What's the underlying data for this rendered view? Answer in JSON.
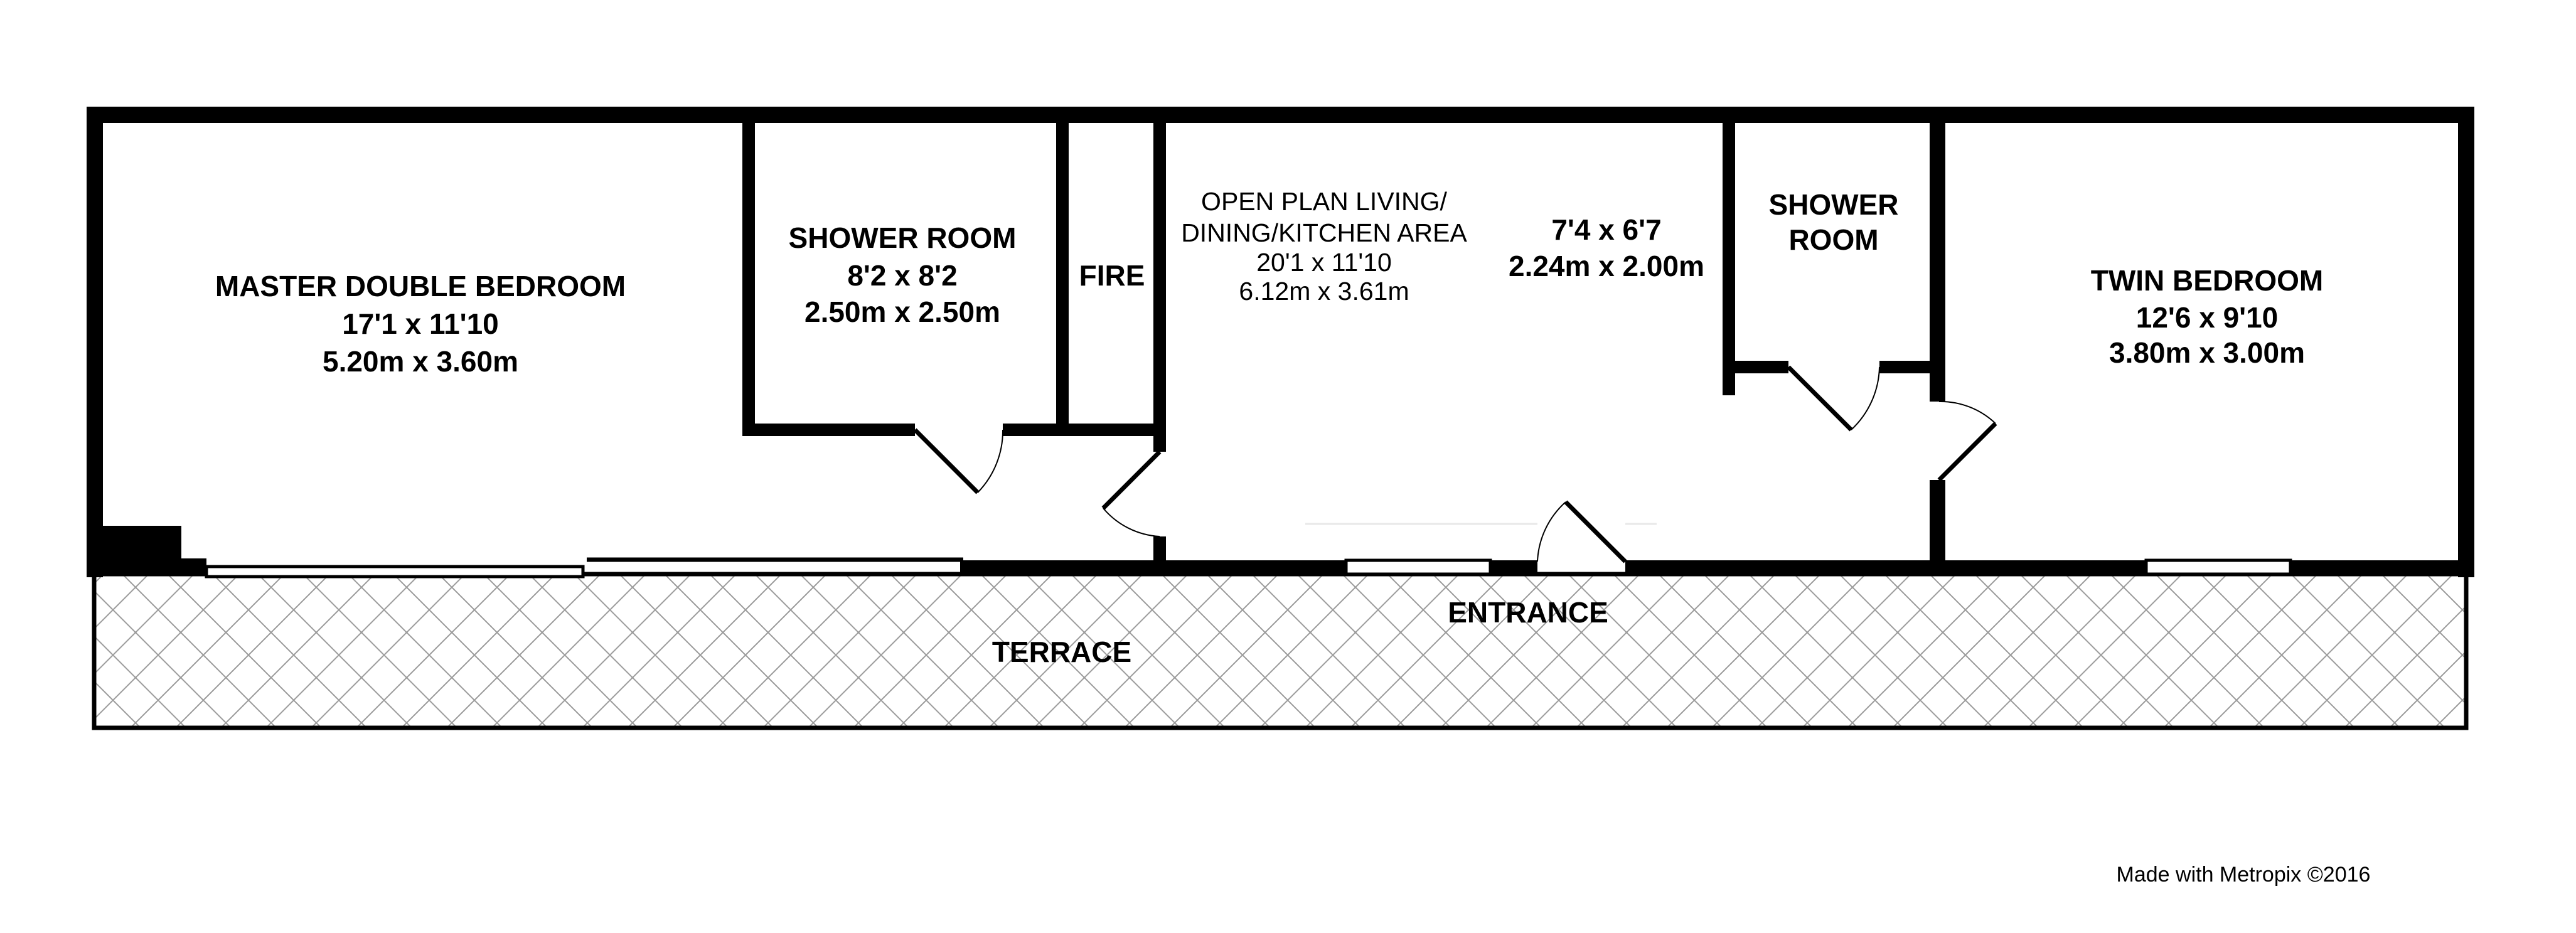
{
  "rooms": {
    "master_bedroom": {
      "name": "MASTER DOUBLE BEDROOM",
      "imperial": "17'1 x 11'10",
      "metric": "5.20m x 3.60m"
    },
    "shower_room_1": {
      "name": "SHOWER ROOM",
      "imperial": "8'2 x 8'2",
      "metric": "2.50m x 2.50m"
    },
    "fire": {
      "name": "FIRE"
    },
    "open_plan": {
      "name_line1": "OPEN PLAN LIVING/",
      "name_line2": "DINING/KITCHEN AREA",
      "imperial": "20'1 x 11'10",
      "metric": "6.12m x 3.61m"
    },
    "middle_area": {
      "imperial": "7'4 x 6'7",
      "metric": "2.24m x 2.00m"
    },
    "shower_room_2": {
      "name_line1": "SHOWER",
      "name_line2": "ROOM"
    },
    "twin_bedroom": {
      "name": "TWIN BEDROOM",
      "imperial": "12'6 x 9'10",
      "metric": "3.80m x 3.00m"
    },
    "terrace": {
      "name": "TERRACE"
    },
    "entrance": {
      "name": "ENTRANCE"
    }
  },
  "credit": "Made with Metropix ©2016",
  "colors": {
    "wall": "#000000",
    "background": "#ffffff",
    "hatch": "#9a9a9a"
  }
}
